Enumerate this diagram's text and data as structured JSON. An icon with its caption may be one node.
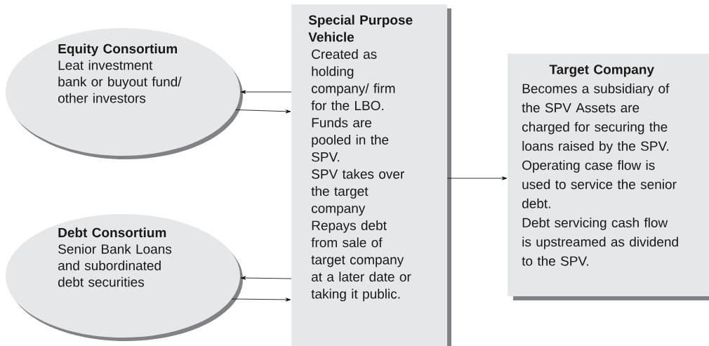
{
  "diagram": {
    "nodes": [
      {
        "text": [
          "Equity Consortium",
          "Leat investment bank or buyout fund/ other investors"
        ]
      },
      {
        "text": [
          "Special Purpose Vehicle",
          "Created as holding company/ firm for the LBO.",
          "Funds are pooled in the SPV.",
          "SPV takes over the target company",
          "Repays debt from sale of target company at a later date or taking it public."
        ]
      },
      {
        "text": [
          "Target Company",
          "Becomes a subsidiary of the SPV Assets are charged for securing the loans raised by the SPV.",
          "Operating case flow is used to service the senior debt.",
          "Debt servicing cash flow is upstreamed as dividend to the SPV."
        ]
      },
      {
        "text": [
          "Debt Consortium",
          "Senior Bank Loans and subordinated debt securities"
        ]
      }
    ],
    "edges": [
      {
        "from": 1,
        "to": 0,
        "arrow": "to"
      },
      {
        "from": 0,
        "to": 1,
        "arrow": "to"
      },
      {
        "from": 1,
        "to": 2,
        "arrow": "to"
      },
      {
        "from": 1,
        "to": 3,
        "arrow": "to"
      },
      {
        "from": 3,
        "to": 1,
        "arrow": "to"
      }
    ]
  }
}
